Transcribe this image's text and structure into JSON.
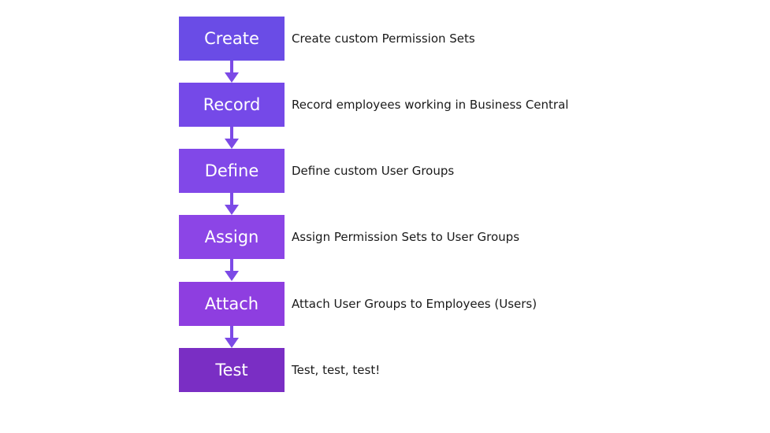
{
  "steps": [
    {
      "label": "Create",
      "description": "Create custom Permission Sets",
      "color": "#6a4ce6"
    },
    {
      "label": "Record",
      "description": "Record employees working in Business Central",
      "color": "#7549e8"
    },
    {
      "label": "Define",
      "description": "Define custom User Groups",
      "color": "#8148e8"
    },
    {
      "label": "Assign",
      "description": "Assign Permission Sets to User Groups",
      "color": "#8c45e6"
    },
    {
      "label": "Attach",
      "description": "Attach User Groups to Employees (Users)",
      "color": "#8e3ee0"
    },
    {
      "label": "Test",
      "description": "Test, test, test!",
      "color": "#7a2ec4"
    }
  ],
  "arrow_color": "#7c4ae6"
}
